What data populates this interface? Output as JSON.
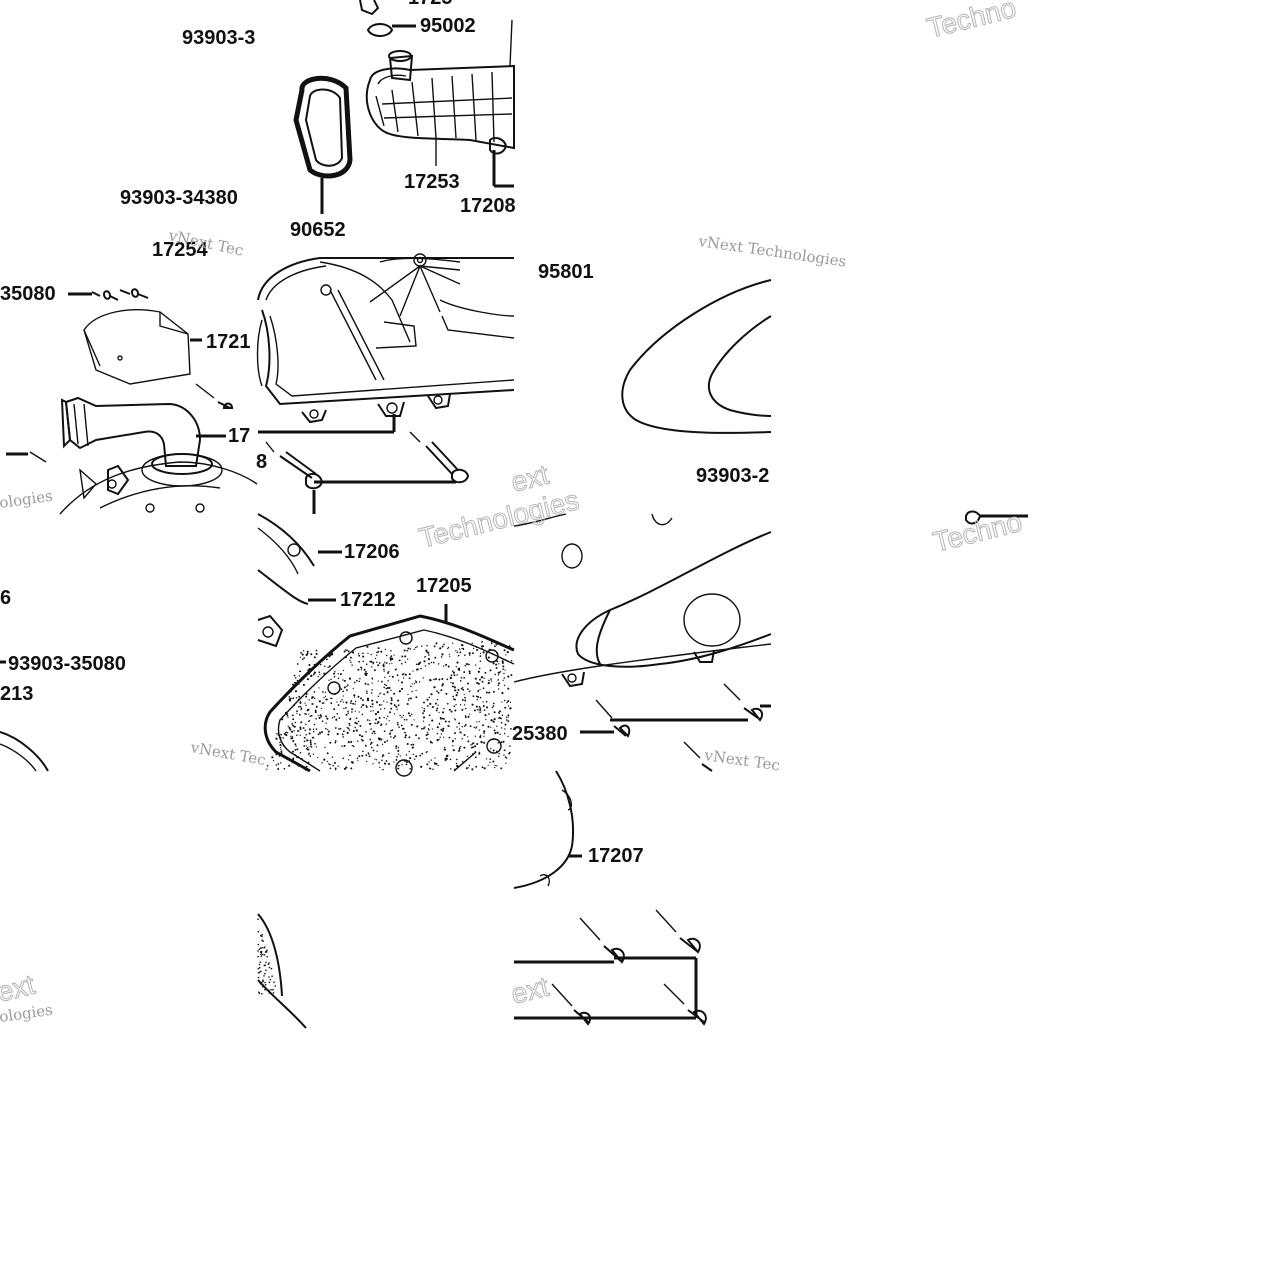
{
  "diagram": {
    "labels": {
      "p93903_3_top": "93903-3",
      "p17254_top": "1725",
      "p95002": "95002",
      "p17253": "17253",
      "p17208": "17208",
      "p93903_34380": "93903-34380",
      "p90652": "90652",
      "p17254": "17254",
      "p95801": "95801",
      "p35080_left": "35080",
      "p1721x": "1721",
      "p17x": "17",
      "p8": "8",
      "p93903_2": "93903-2",
      "p17206": "17206",
      "p17212": "17212",
      "p17205": "17205",
      "p6": "6",
      "p93903_35080": "93903-35080",
      "p213": "213",
      "p25380": "25380",
      "p17207": "17207"
    },
    "watermarks": {
      "brand_vnext": "vNext Tec",
      "brand_vnext_full": "vNext Technologies",
      "brand_technologies": "Technologies",
      "brand_techno": "Techno",
      "brand_ext": "ext",
      "brand_olegies": "ologies"
    }
  }
}
